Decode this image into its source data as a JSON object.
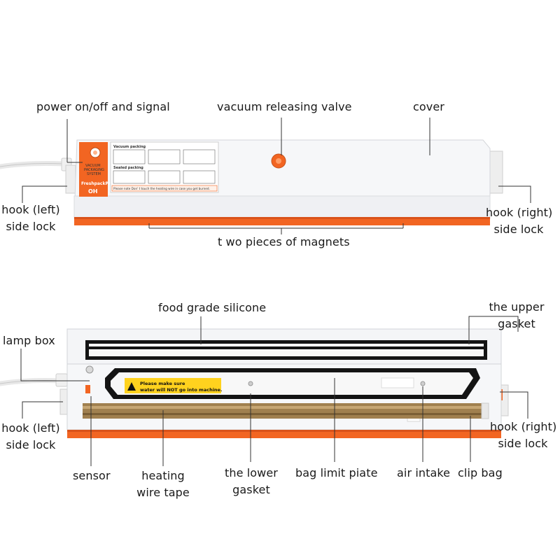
{
  "top_device": {
    "labels": {
      "power": "power on/off and signal",
      "valve": "vacuum releasing valve",
      "cover": "cover",
      "hook_left_1": "hook (left)",
      "hook_left_2": "side lock",
      "hook_right_1": "hook (right)",
      "hook_right_2": "side lock",
      "magnets": "t wo pieces of magnets"
    },
    "panel": {
      "vacuum_packing": "Vacuum packing",
      "sealed_packing": "Sealed packing",
      "brand": "FreshpackPro",
      "model": "OH",
      "system_1": "VACUUM",
      "system_2": "PACKAGING",
      "system_3": "SYSTEM",
      "note": "Please note  Don' t touch the heating wire in case you get burned."
    }
  },
  "bottom_device": {
    "labels": {
      "silicone": "food grade silicone",
      "upper_gasket_1": "the upper",
      "upper_gasket_2": "gasket",
      "lamp_box": "lamp box",
      "hook_left_1": "hook (left)",
      "hook_left_2": "side lock",
      "hook_right_1": "hook (right)",
      "hook_right_2": "side lock",
      "sensor": "sensor",
      "heating_1": "heating",
      "heating_2": "wire tape",
      "lower_gasket_1": "the lower",
      "lower_gasket_2": "gasket",
      "bag_limit": "bag limit piate",
      "air_intake": "air intake",
      "clip_bag": "clip bag"
    },
    "warning_1": "Please make sure",
    "warning_2": "water will NOT go into machine."
  },
  "colors": {
    "accent": "#f26522",
    "body": "#f4f5f7",
    "gasket": "#141414",
    "heating": "#a0804f",
    "warning": "#ffd21e"
  }
}
